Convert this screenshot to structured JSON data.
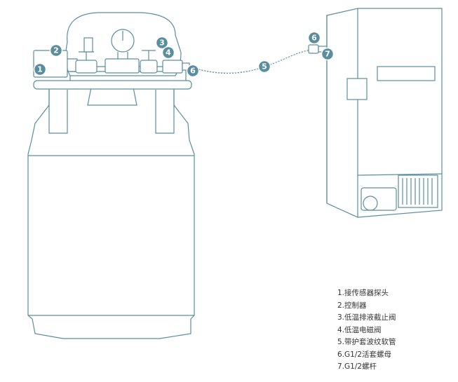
{
  "badges": {
    "b1": "1",
    "b2": "2",
    "b3": "3",
    "b4": "4",
    "b5": "5",
    "b6a": "6",
    "b6b": "6",
    "b7": "7"
  },
  "legend": [
    "1.接传感器探头",
    "2.控制器",
    "3.低温排液截止阀",
    "4.低温电磁阀",
    "5.带护套波纹软管",
    "6.G1/2活套螺母",
    "7.G1/2螺杆"
  ],
  "colors": {
    "line": "#5a8e9e",
    "badge": "#5a8e9e"
  }
}
